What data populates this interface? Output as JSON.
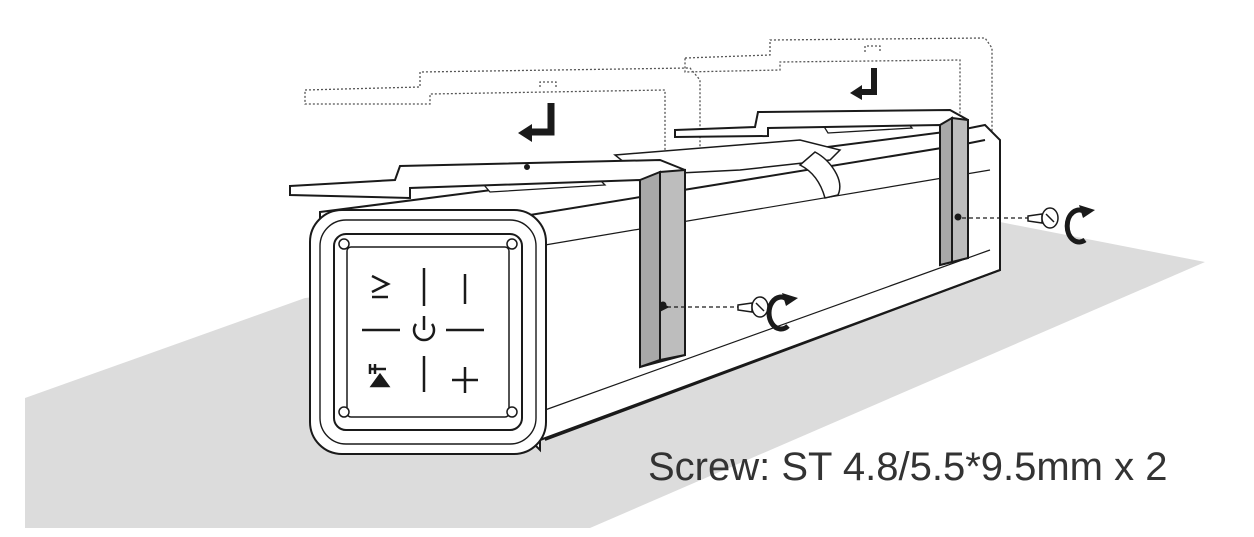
{
  "caption": "Screw: ST 4.8/5.5*9.5mm x 2",
  "control_panel": {
    "mode_icon": "M",
    "play_pause_icon": "play-pause",
    "power_icon": "power",
    "volume_up_icon": "+",
    "volume_down_icon": "−"
  },
  "colors": {
    "line": "#1a1a1a",
    "bracket_fill": "#a9a9a9",
    "shadow": "#dcdcdc"
  }
}
